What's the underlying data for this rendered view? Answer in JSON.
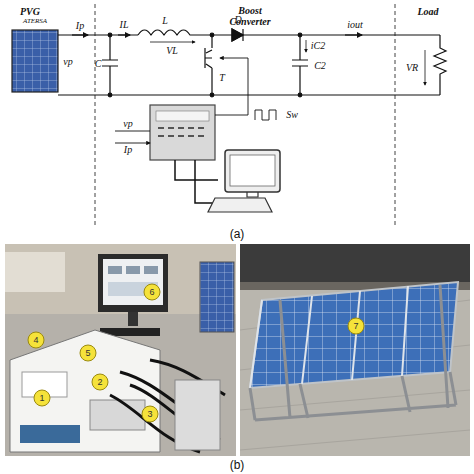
{
  "diagram": {
    "labels": [
      "PVG",
      "ATERSA",
      "Boost Converter",
      "Load",
      "Ip",
      "IL",
      "L",
      "VL",
      "D",
      "C",
      "vp",
      "T",
      "iC2",
      "C2",
      "iout",
      "VR",
      "vp",
      "Ip",
      "Sw",
      "(a)",
      "6",
      "5",
      "4",
      "1",
      "2",
      "3",
      "7",
      "(b)"
    ]
  }
}
